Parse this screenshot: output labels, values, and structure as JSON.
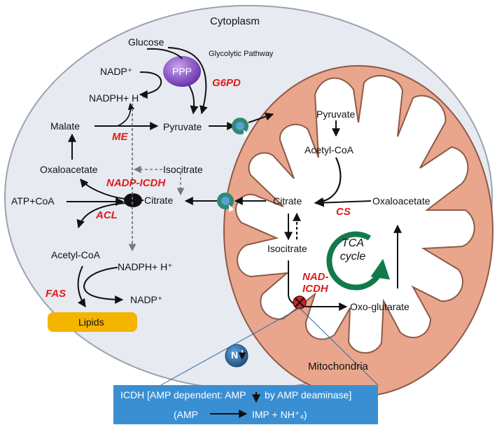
{
  "compartments": {
    "cytoplasm": "Cytoplasm",
    "mitochondria": "Mitochondria"
  },
  "metabolites": {
    "glucose": "Glucose",
    "nadp_plus": "NADP⁺",
    "nadph_h_top": "NADPH+ H ⁺",
    "malate": "Malate",
    "pyruvate_cyto": "Pyruvate",
    "oxaloacetate_cyto": "Oxaloacetate",
    "isocitrate_cyto": "Isocitrate",
    "atp_coa": "ATP+CoA",
    "citrate_cyto": "Citrate",
    "acetyl_coa_cyto": "Acetyl-CoA",
    "nadph_h_bottom": "NADPH+ H⁺",
    "nadp_plus_bottom": "NADP⁺",
    "lipids": "Lipids",
    "pyruvate_mito": "Pyruvate",
    "acetyl_coa_mito": "Acetyl-CoA",
    "citrate_mito": "Citrate",
    "oxaloacetate_mito": "Oxaloacetate",
    "isocitrate_mito": "Isocitrate",
    "oxo_glutarate": "Oxo-glutarate"
  },
  "pathway_labels": {
    "glycolytic": "Glycolytic Pathway",
    "ppp": "PPP",
    "tca_line1": "TCA",
    "tca_line2": "cycle"
  },
  "enzymes": {
    "g6pd": "G6PD",
    "me": "ME",
    "nadp_icdh": "NADP-ICDH",
    "acl": "ACL",
    "fas": "FAS",
    "cs": "CS",
    "nad_icdh_line1": "NAD-",
    "nad_icdh_line2": "ICDH"
  },
  "nitrogen_badge": "N",
  "banner": {
    "line1": "ICDH [AMP dependent: AMP",
    "line1_suffix": "by AMP deaminase]",
    "line2_left": "(AMP",
    "line2_right": "IMP + NH⁺₄)"
  },
  "colors": {
    "cytoplasm_fill": "#e7eaf0",
    "mito_fill": "#e9a68c",
    "mito_outline": "#8c5a47",
    "enzyme_red": "#e01b1b",
    "ppp_purple": "#8b55c8",
    "lipids_orange": "#f4b400",
    "transporter_teal": "#2f8a73",
    "tca_green": "#127a4a",
    "banner_blue": "#3a8fd3",
    "badge_blue": "#2a6aa3"
  }
}
